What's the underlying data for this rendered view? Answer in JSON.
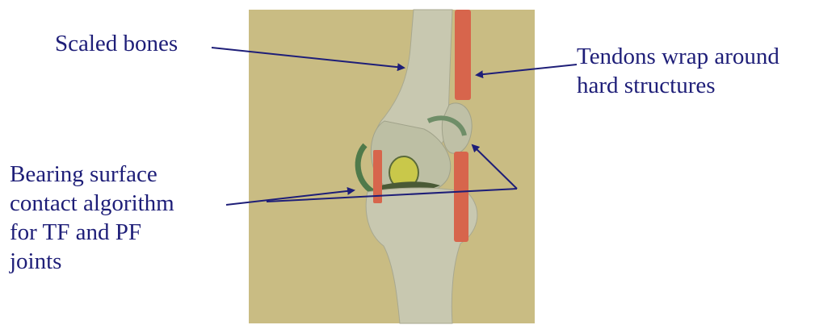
{
  "labels": {
    "scaled_bones": "Scaled bones",
    "tendons": [
      "Tendons wrap around",
      "hard structures"
    ],
    "bearing": [
      "Bearing surface",
      "contact algorithm",
      "for TF and PF",
      "joints"
    ]
  },
  "colors": {
    "text": "#1e1e78",
    "background_panel": "#c9bc83",
    "bone": "#cacab4",
    "tendon": "#d7654c",
    "arrow": "#1e1e78"
  }
}
